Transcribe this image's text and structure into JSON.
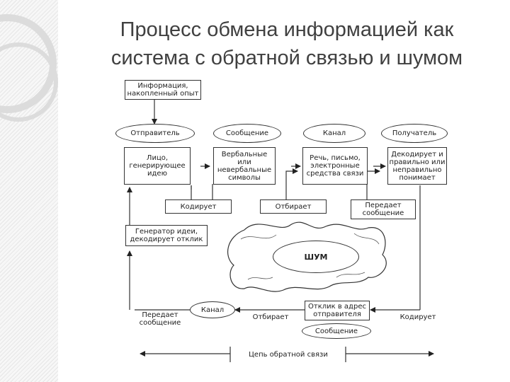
{
  "slide": {
    "title_line1": "Процесс обмена информацией как",
    "title_line2": "система с обратной связью и шумом"
  },
  "diagram": {
    "source_box": "Информация,\nнакопленный опыт",
    "stage_labels": [
      "Отправитель",
      "Сообщение",
      "Канал",
      "Получатель"
    ],
    "stage_boxes": [
      "Лицо,\nгенерирующее\nидею",
      "Вербальные\nили\nневербальные\nсимволы",
      "Речь, письмо,\nэлектронные\nсредства связи",
      "Декодирует и\nправильно или\nнеправильно\nпонимает"
    ],
    "encodes_box": "Кодирует",
    "selects_box": "Отбирает",
    "transmits_box": "Передает\nсообщение",
    "generator_box": "Генератор идеи,\nдекодирует отклик",
    "noise_label": "ШУМ",
    "feedback": {
      "transmits_label": "Передает\nсообщение",
      "channel_label": "Канал",
      "selects_label": "Отбирает",
      "response_box": "Отклик в адрес\nотправителя",
      "message_label": "Сообщение",
      "encodes_label": "Кодирует",
      "chain_label": "Цепь обратной связи"
    }
  }
}
